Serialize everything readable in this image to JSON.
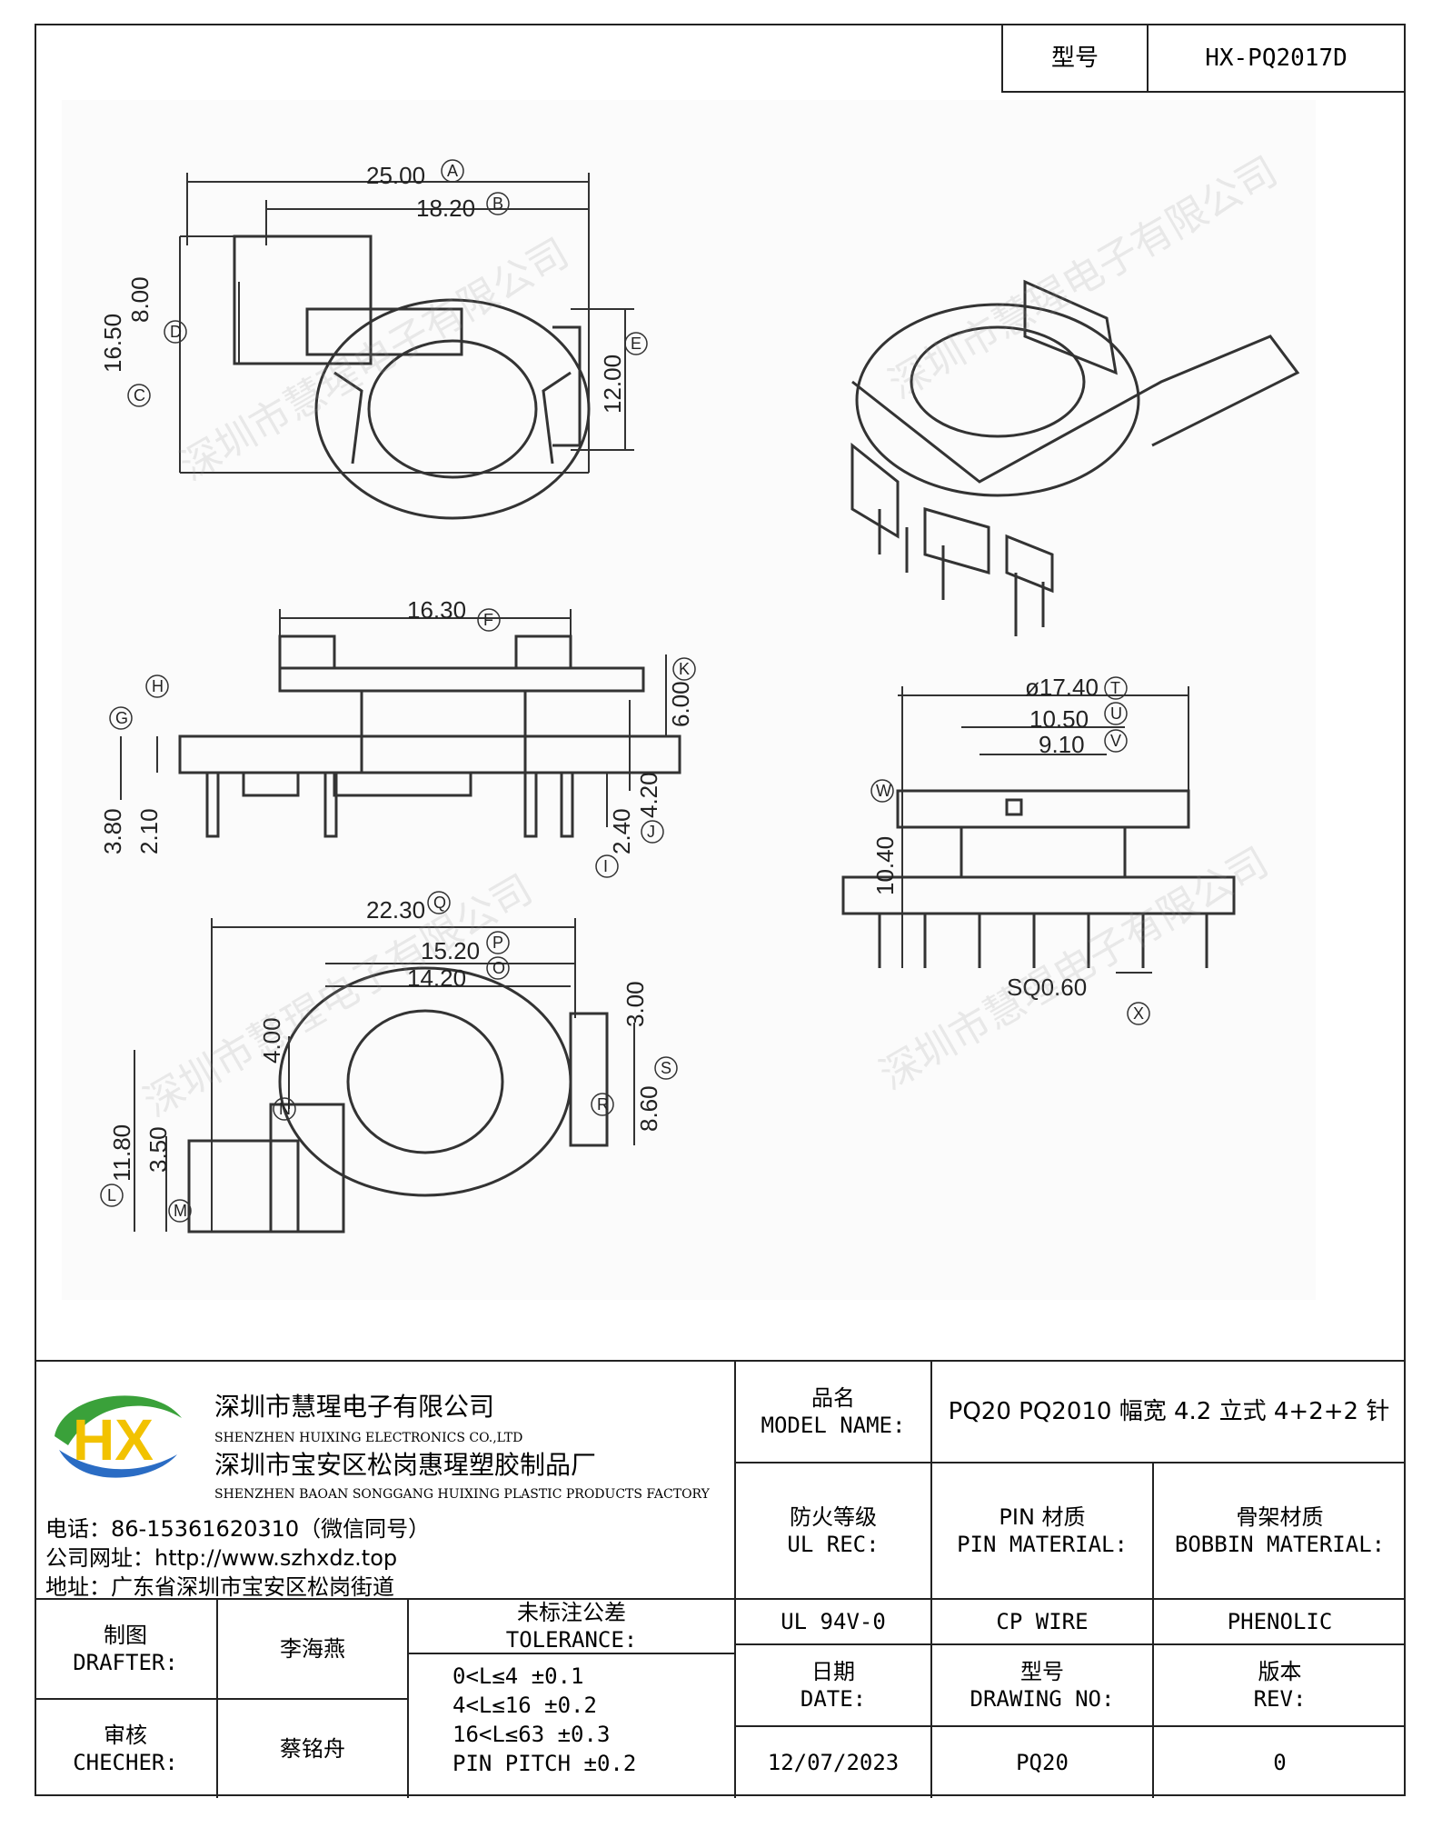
{
  "header": {
    "model_label": "型号",
    "model_value": "HX-PQ2017D"
  },
  "drawing": {
    "top_view": {
      "dims": [
        "25.00",
        "18.20",
        "8.00",
        "16.50",
        "12.00"
      ],
      "markers": [
        "A",
        "B",
        "D",
        "C",
        "E"
      ]
    },
    "side_view": {
      "dims": [
        "16.30",
        "6.00",
        "4.20",
        "2.40",
        "3.80",
        "2.10"
      ],
      "markers": [
        "F",
        "K",
        "J",
        "I",
        "G",
        "H"
      ]
    },
    "bottom_view": {
      "dims": [
        "22.30",
        "15.20",
        "14.20",
        "4.00",
        "3.00",
        "8.60",
        "11.80",
        "3.50"
      ],
      "markers": [
        "Q",
        "P",
        "O",
        "N",
        "S",
        "R",
        "L",
        "M"
      ]
    },
    "front_view": {
      "dims": [
        "ø17.40",
        "10.50",
        "9.10",
        "10.40",
        "SQ0.60"
      ],
      "markers": [
        "T",
        "U",
        "V",
        "W",
        "X"
      ]
    }
  },
  "company": {
    "name_cn": "深圳市慧瑆电子有限公司",
    "name_en": "SHENZHEN HUIXING ELECTRONICS CO.,LTD",
    "factory_cn": "深圳市宝安区松岗惠瑆塑胶制品厂",
    "factory_en": "SHENZHEN BAOAN SONGGANG HUIXING PLASTIC PRODUCTS FACTORY",
    "phone": "电话：86-15361620310（微信同号）",
    "website": "公司网址：http://www.szhxdz.top",
    "address": "地址：广东省深圳市宝安区松岗街道",
    "logo_text": "HX",
    "watermark": "深圳市慧瑆电子有限公司"
  },
  "title_block": {
    "model_name_cn": "品名",
    "model_name_en": "MODEL NAME:",
    "model_name_value": "PQ20 PQ2010 幅宽 4.2 立式 4+2+2 针",
    "ul_cn": "防火等级",
    "ul_en": "UL REC:",
    "pin_cn": "PIN 材质",
    "pin_en": "PIN MATERIAL:",
    "bobbin_cn": "骨架材质",
    "bobbin_en": "BOBBIN MATERIAL:",
    "ul_value": "UL 94V-0",
    "pin_value": "CP WIRE",
    "bobbin_value": "PHENOLIC",
    "drafter_cn": "制图",
    "drafter_en": "DRAFTER:",
    "drafter_name": "李海燕",
    "checker_cn": "审核",
    "checker_en": "CHECHER:",
    "checker_name": "蔡铭舟",
    "tolerance_cn": "未标注公差",
    "tolerance_en": "TOLERANCE:",
    "tolerance_lines": [
      "0<L≤4  ±0.1",
      "4<L≤16 ±0.2",
      "16<L≤63 ±0.3",
      "PIN PITCH ±0.2"
    ],
    "date_cn": "日期",
    "date_en": "DATE:",
    "date_value": "12/07/2023",
    "drawing_no_cn": "型号",
    "drawing_no_en": "DRAWING NO:",
    "drawing_no_value": "PQ20",
    "rev_cn": "版本",
    "rev_en": "REV:",
    "rev_value": "0"
  },
  "colors": {
    "logo_green": "#3aa13a",
    "logo_yellow": "#f2c200",
    "logo_blue": "#2a6cc4"
  }
}
